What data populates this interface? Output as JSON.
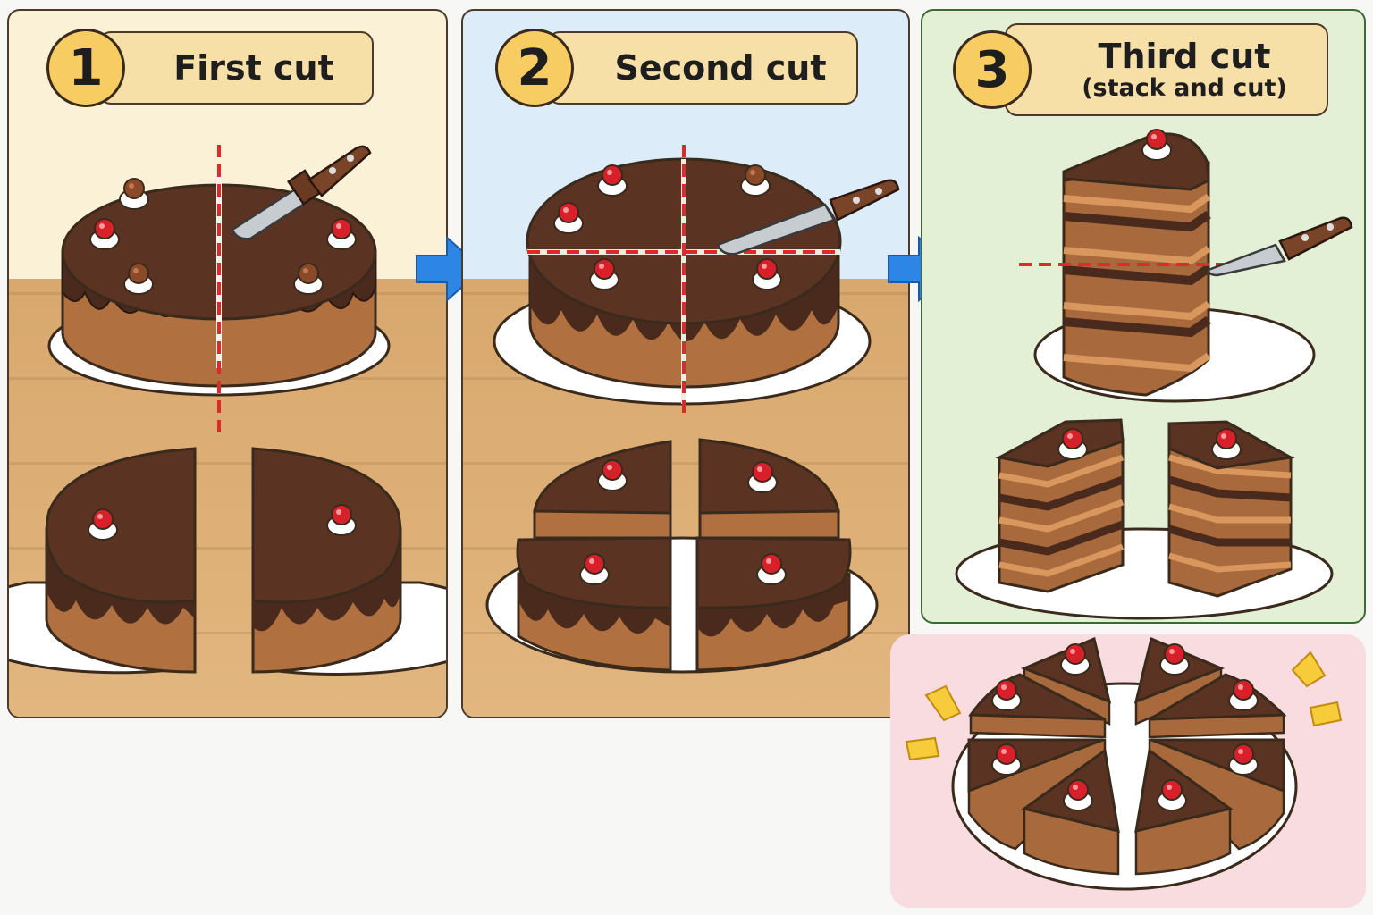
{
  "steps": [
    {
      "number": "1",
      "title": "First cut",
      "subtitle": ""
    },
    {
      "number": "2",
      "title": "Second cut",
      "subtitle": ""
    },
    {
      "number": "3",
      "title": "Third cut",
      "subtitle": "(stack and cut)"
    }
  ],
  "colors": {
    "panel1_bg": "#fbf1d6",
    "panel2_bg": "#dcecf8",
    "panel3_bg": "#e3f0d6",
    "result_bg": "#f8dcdf",
    "cut_line": "#e02a2a",
    "arrow": "#2d86e6",
    "badge": "#f6cc63",
    "chocolate": "#4a2a1c",
    "sponge": "#a86a3c"
  },
  "icons": [
    "knife-icon",
    "arrow-right-icon",
    "sparkle-icon",
    "cherry-icon"
  ]
}
